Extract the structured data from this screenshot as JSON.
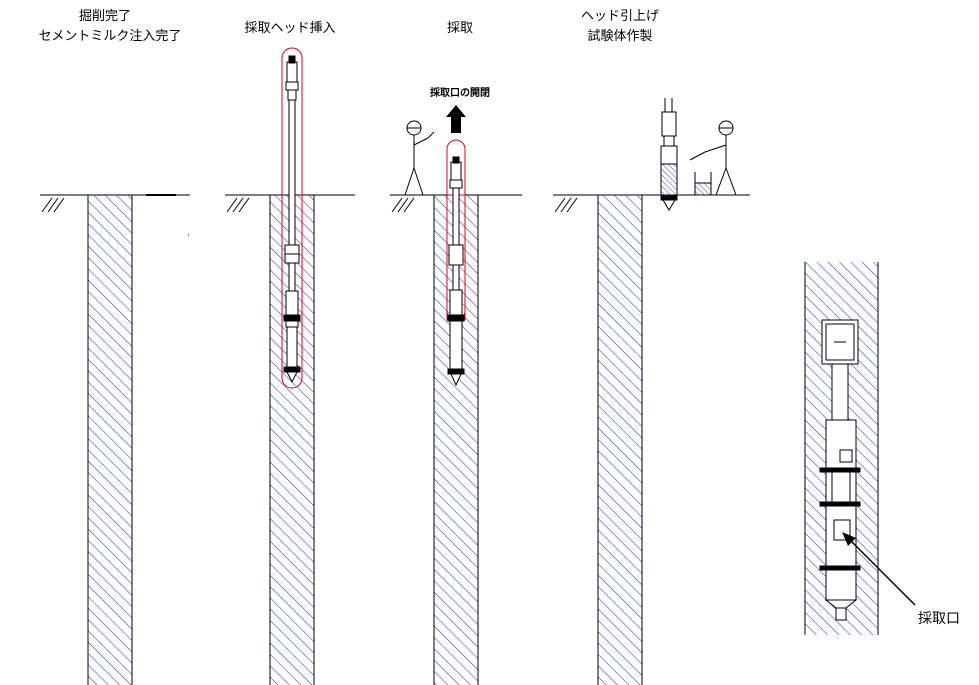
{
  "steps": [
    {
      "title_line1": "掘削完了",
      "title_line2": "セメントミルク注入完了"
    },
    {
      "title_line1": "採取ヘッド挿入"
    },
    {
      "title_line1": "採取",
      "annotation": "採取口の開閉"
    },
    {
      "title_line1": "ヘッド引上げ",
      "title_line2": "試験体作製"
    }
  ],
  "detail": {
    "callout": "採取口"
  },
  "colors": {
    "hatch": "#2a3bd0",
    "outline": "#000000",
    "highlight": "#e0001a",
    "water": "#3a4fd8"
  }
}
